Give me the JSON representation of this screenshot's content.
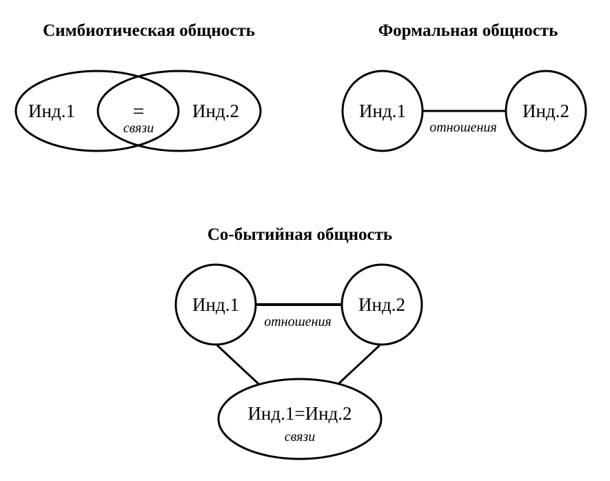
{
  "symbiotic": {
    "title": "Симбиотическая общность",
    "left_label": "Инд.1",
    "right_label": "Инд.2",
    "overlap_sign": "=",
    "overlap_label": "связи"
  },
  "formal": {
    "title": "Формальная общность",
    "left_label": "Инд.1",
    "right_label": "Инд.2",
    "edge_label": "отношения"
  },
  "cobeing": {
    "title": "Со-бытийная общность",
    "left_label": "Инд.1",
    "right_label": "Инд.2",
    "edge_label": "отношения",
    "bottom_label": "Инд.1=Инд.2",
    "bottom_sublabel": "связи"
  }
}
